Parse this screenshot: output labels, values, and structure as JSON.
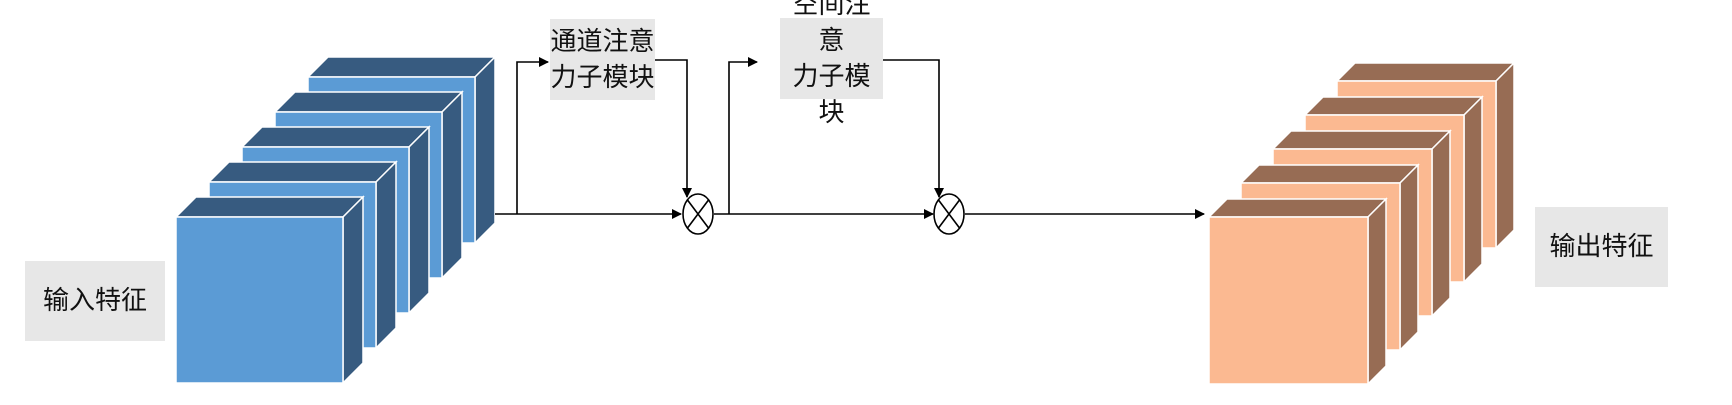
{
  "input_label": "输入特征",
  "output_label": "输出特征",
  "channel_module": {
    "line1": "通道注意",
    "line2": "力子模块"
  },
  "spatial_module": {
    "line1": "空间注意",
    "line2": "力子模块"
  },
  "operator_icon": "circled-times-icon",
  "colors": {
    "input_face": "#5b9bd5",
    "input_side": "#375b80",
    "output_face": "#fbb991",
    "output_side": "#976c54",
    "label_bg": "#e7e7e7",
    "line": "#000000"
  },
  "feature_map_layers": 5
}
